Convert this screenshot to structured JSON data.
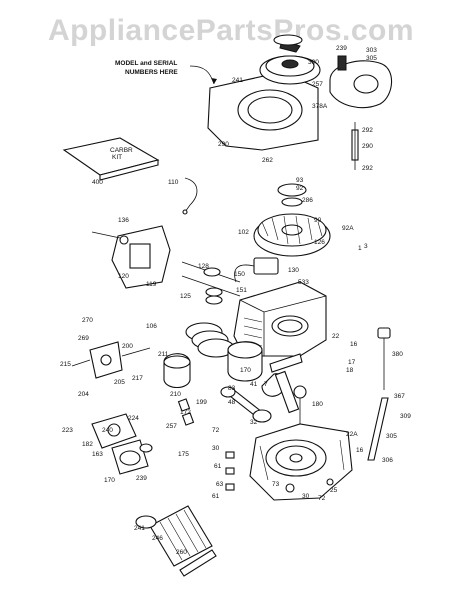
{
  "watermark": "AppliancePartsPros.com",
  "callout": {
    "line1": "MODEL and SERIAL",
    "line2": "NUMBERS HERE"
  },
  "parts": [
    "239",
    "303",
    "305",
    "390",
    "241",
    "257",
    "378A",
    "292",
    "290",
    "292",
    "290",
    "262",
    "400",
    "110",
    "93",
    "92",
    "286",
    "90",
    "102",
    "92A",
    "126",
    "1",
    "136",
    "130",
    "120",
    "119",
    "128",
    "150",
    "125",
    "151",
    "533",
    "270",
    "106",
    "269",
    "200",
    "215",
    "205",
    "204",
    "211",
    "217",
    "210",
    "170",
    "172",
    "199",
    "41",
    "7",
    "83",
    "48",
    "32",
    "180",
    "17",
    "380",
    "367",
    "309",
    "306",
    "305",
    "223",
    "182",
    "240",
    "163",
    "224",
    "257",
    "170",
    "175",
    "72",
    "30",
    "61",
    "22A",
    "16",
    "73",
    "30",
    "63",
    "61",
    "25",
    "72",
    "239",
    "241",
    "246",
    "260",
    "22",
    "16",
    "18",
    "3"
  ],
  "legend_box": {
    "text1": "CARBR",
    "text2": "KIT"
  }
}
